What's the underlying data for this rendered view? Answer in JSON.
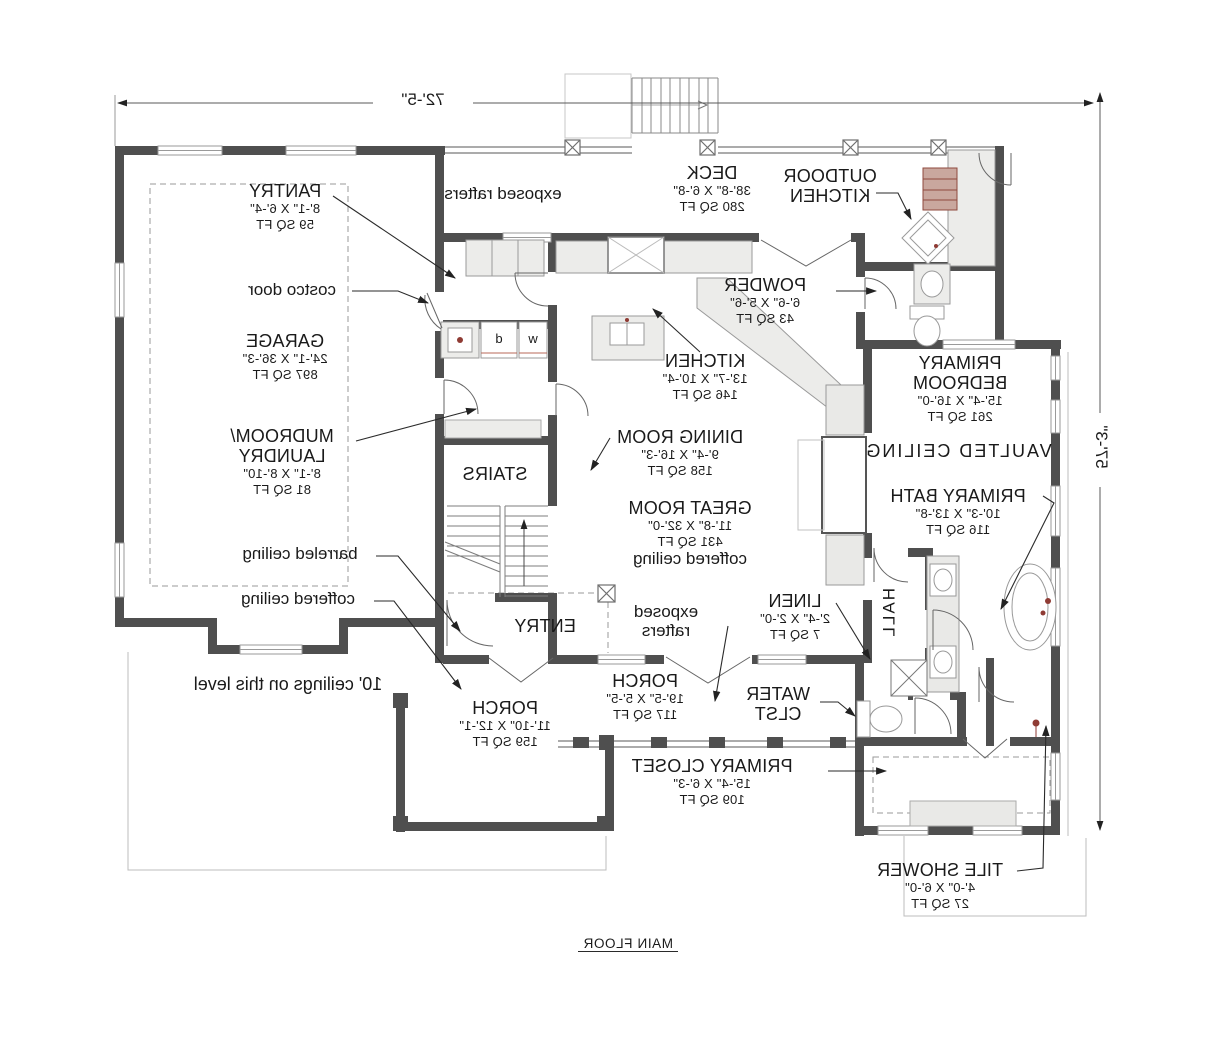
{
  "plan": {
    "title": "MAIN FLOOR",
    "overall_width": "72'-5\"",
    "overall_depth": "57'-3\"",
    "ceiling_note": "10' ceilings on this level",
    "orientation_note": "plan image is horizontally mirrored",
    "rooms": {
      "pantry": {
        "name": "PANTRY",
        "dims": "8'-1\" X 6'-4\"",
        "area": "59 SQ FT"
      },
      "deck": {
        "name": "DECK",
        "dims": "38'-8\" X 6'-8\"",
        "area": "280 SQ FT"
      },
      "outdoor_kitchen": {
        "name": "OUTDOOR KITCHEN"
      },
      "powder": {
        "name": "POWDER",
        "dims": "6'-6\" X 5'-6\"",
        "area": "43 SQ FT"
      },
      "garage": {
        "name": "GARAGE",
        "dims": "24'-1\" X 36'-3\"",
        "area": "897 SQ FT"
      },
      "kitchen": {
        "name": "KITCHEN",
        "dims": "13'-7\" X 10'-4\"",
        "area": "146 SQ FT"
      },
      "primary_bedroom": {
        "name": "PRIMARY BEDROOM",
        "dims": "15'-4\" X 16'-0\"",
        "area": "261 SQ FT",
        "note": "VAULTED CEILING"
      },
      "mudroom": {
        "name": "MUDROOM/",
        "name2": "LAUNDRY",
        "dims": "8'-1\" X 8'-10\"",
        "area": "81 SQ FT"
      },
      "dining": {
        "name": "DINING ROOM",
        "dims": "9'-4\" X 16'-3\"",
        "area": "158 SQ FT"
      },
      "stairs": {
        "name": "STAIRS"
      },
      "great_room": {
        "name": "GREAT ROOM",
        "dims": "11'-8\" X 32'-0\"",
        "area": "431 SQ FT",
        "note": "coffered ceiling"
      },
      "primary_bath": {
        "name": "PRIMARY BATH",
        "dims": "10'-3\" X 13'-8\"",
        "area": "116 SQ FT"
      },
      "linen": {
        "name": "LINEN",
        "dims": "2'-4\" X 2'-0\"",
        "area": "7 SQ FT"
      },
      "hall": {
        "name": "HALL"
      },
      "entry": {
        "name": "ENTRY"
      },
      "front_porch": {
        "name": "PORCH",
        "dims": "19'-5\" X 5'-5\"",
        "area": "117 SQ FT"
      },
      "water_closet": {
        "name": "WATER CLST"
      },
      "corner_porch": {
        "name": "PORCH",
        "dims": "11'-10\" X 12'-1\"",
        "area": "159 SQ FT"
      },
      "primary_closet": {
        "name": "PRIMARY CLOSET",
        "dims": "15'-4\" X 6'-3\"",
        "area": "109 SQ FT"
      },
      "tile_shower": {
        "name": "TILE SHOWER",
        "dims": "4'-0\" X 6'-0\"",
        "area": "27 SQ FT"
      }
    },
    "annotations": {
      "costco_door": "costco door",
      "exposed_rafters_deck": "exposed rafters",
      "exposed_rafters_porch": "exposed rafters",
      "barreled_ceiling": "barreled ceiling",
      "coffered_ceiling": "coffered ceiling",
      "washer": "w",
      "dryer": "d"
    },
    "colors": {
      "wall": "#4f4f4f",
      "thin_line": "#8f8f8f",
      "counter_fill": "#ececea",
      "grill_fill": "#c9a79e",
      "plumbing_red": "#8f3b34",
      "text": "#1a1a1a"
    }
  }
}
